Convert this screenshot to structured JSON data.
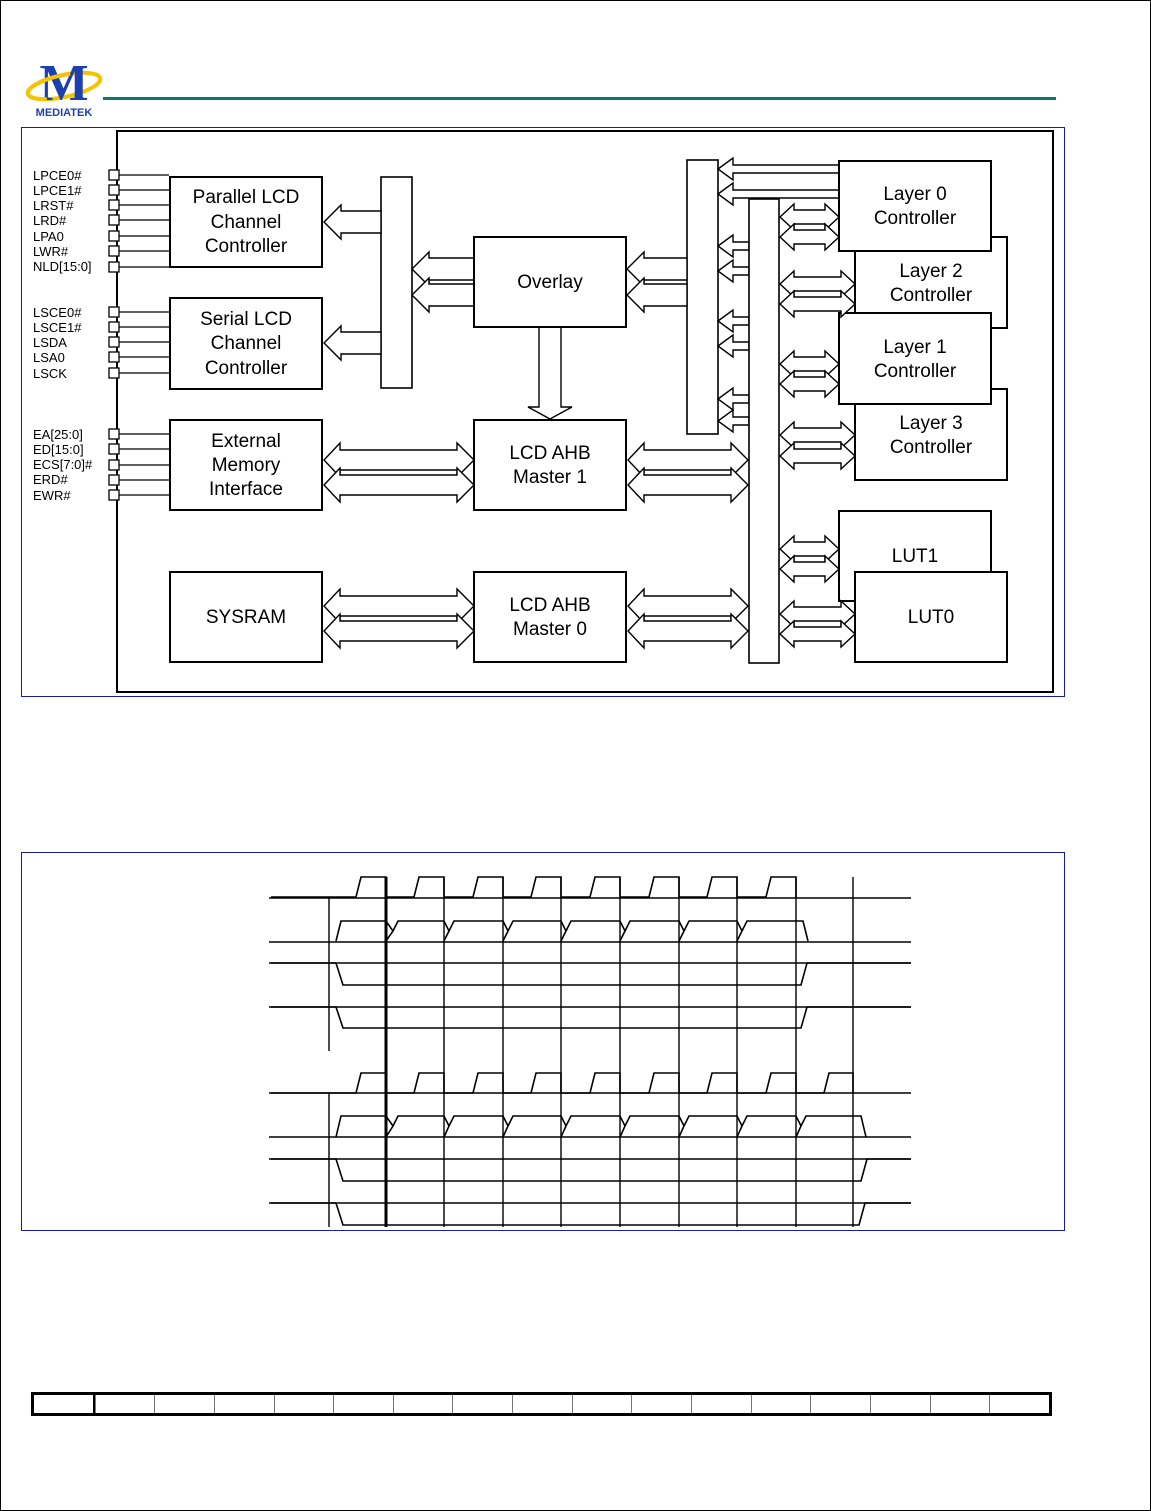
{
  "brand": {
    "logo_text": "MEDIATEK",
    "accent_color": "#0a7a6a",
    "logo_blue": "#1e3fae",
    "logo_gold": "#f5c400"
  },
  "block_diagram": {
    "pins": {
      "parallel": [
        "LPCE0#",
        "LPCE1#",
        "LRST#",
        "LRD#",
        "LPA0",
        "LWR#",
        "NLD[15:0]"
      ],
      "serial": [
        "LSCE0#",
        "LSCE1#",
        "LSDA",
        "LSA0",
        "LSCK"
      ],
      "memory": [
        "EA[25:0]",
        "ED[15:0]",
        "ECS[7:0]#",
        "ERD#",
        "EWR#"
      ]
    },
    "blocks": {
      "parallel_lcd": [
        "Parallel LCD",
        "Channel",
        "Controller"
      ],
      "serial_lcd": [
        "Serial LCD",
        "Channel",
        "Controller"
      ],
      "ext_memory": [
        "External",
        "Memory",
        "Interface"
      ],
      "sysram": "SYSRAM",
      "overlay": "Overlay",
      "ahb_master_1": [
        "LCD AHB",
        "Master 1"
      ],
      "ahb_master_0": [
        "LCD AHB",
        "Master 0"
      ],
      "layer0": [
        "Layer 0",
        "Controller"
      ],
      "layer2": [
        "Layer 2",
        "Controller"
      ],
      "layer1": [
        "Layer 1",
        "Controller"
      ],
      "layer3": [
        "Layer 3",
        "Controller"
      ],
      "lut1": "LUT1",
      "lut0": "LUT0"
    }
  },
  "timing_diagram": {
    "groups": 2,
    "signals_per_group": 4
  },
  "register_table": {
    "cells": 17
  }
}
